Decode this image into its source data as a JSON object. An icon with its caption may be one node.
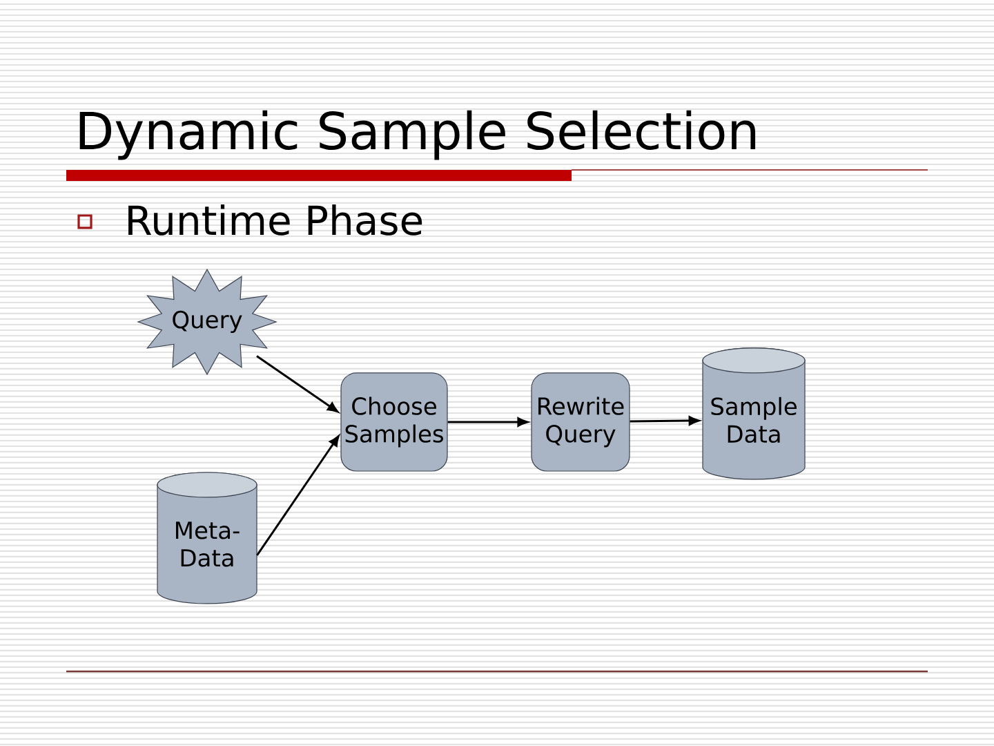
{
  "diagram": {
    "title": "Dynamic Sample Selection",
    "nodes": [
      {
        "text": [
          "Query"
        ]
      },
      {
        "text": [
          "Choose Samples"
        ]
      },
      {
        "text": [
          "Rewrite Query"
        ]
      },
      {
        "text": [
          "Sample Data"
        ]
      },
      {
        "text": [
          "Meta- Data"
        ]
      }
    ],
    "edges": [
      {
        "from": 0,
        "to": 1,
        "arrow": "to"
      },
      {
        "from": 4,
        "to": 1,
        "arrow": "to"
      },
      {
        "from": 1,
        "to": 2,
        "arrow": "to"
      },
      {
        "from": 2,
        "to": 3,
        "arrow": "to"
      }
    ],
    "labels": [
      "Runtime Phase"
    ]
  }
}
